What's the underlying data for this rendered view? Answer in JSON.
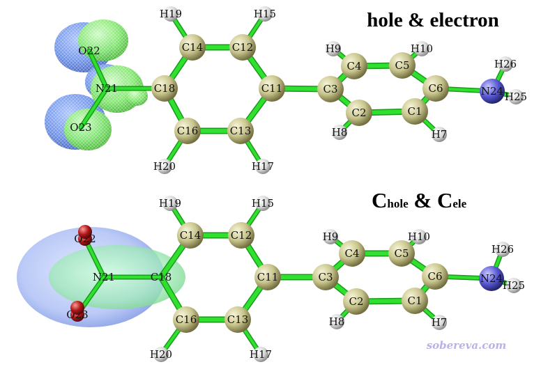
{
  "panels": [
    {
      "id": "top",
      "title": "hole & electron"
    },
    {
      "id": "bottom",
      "title_main_1": "C",
      "title_sub_1": "hole",
      "title_amp": " & ",
      "title_main_2": "C",
      "title_sub_2": "ele"
    }
  ],
  "atoms": {
    "C1": "C1",
    "C2": "C2",
    "C3": "C3",
    "C4": "C4",
    "C5": "C5",
    "C6": "C6",
    "H7": "H7",
    "H8": "H8",
    "H9": "H9",
    "H10": "H10",
    "C11": "C11",
    "C12": "C12",
    "C13": "C13",
    "C14": "C14",
    "H15": "H15",
    "C16": "C16",
    "H17": "H17",
    "C18": "C18",
    "H19": "H19",
    "H20": "H20",
    "N21": "N21",
    "O22": "O22",
    "O23": "O23",
    "N24": "N24",
    "H25": "H25",
    "H26": "H26"
  },
  "credit": "sobereva.com",
  "colors": {
    "carbon": "#c9c58e",
    "hydrogen": "#e2e2e2",
    "nitrogen": "#5a5ad6",
    "oxygen": "#b01818",
    "bond": "#2fe02f",
    "hole_isosurface": "#6a8fe8",
    "electron_isosurface": "#7ee66a"
  }
}
